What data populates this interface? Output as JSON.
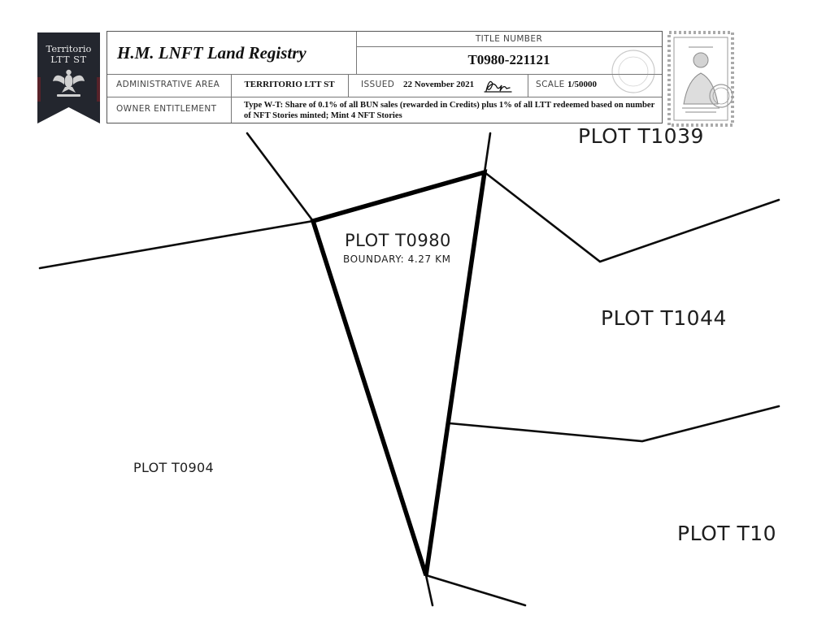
{
  "registry": {
    "title": "H.M. LNFT Land Registry",
    "title_number_label": "TITLE NUMBER",
    "title_number": "T0980-221121",
    "admin_area_label": "ADMINISTRATIVE AREA",
    "admin_area": "TERRITORIO LTT ST",
    "issued_label": "ISSUED",
    "issued_date": "22 November 2021",
    "scale_label": "SCALE",
    "scale": "1/50000",
    "owner_label": "OWNER ENTITLEMENT",
    "owner_text": "Type W-T: Share of 0.1% of all BUN sales (rewarded in Credits) plus 1% of all LTT redeemed based on number of NFT Stories minted; Mint 4 NFT Stories"
  },
  "badge": {
    "line1": "Territorio",
    "line2": "LTT ST"
  },
  "map": {
    "main_plot": {
      "name": "PLOT T0980",
      "boundary": "BOUNDARY: 4.27 KM"
    },
    "neighbors": {
      "t1039": "PLOT T1039",
      "t1044": "PLOT T1044",
      "t0904": "PLOT T0904",
      "t10": "PLOT T10"
    }
  },
  "colors": {
    "badge": "#23262e",
    "ink": "#111111",
    "stamp": "#9a9a9a"
  }
}
